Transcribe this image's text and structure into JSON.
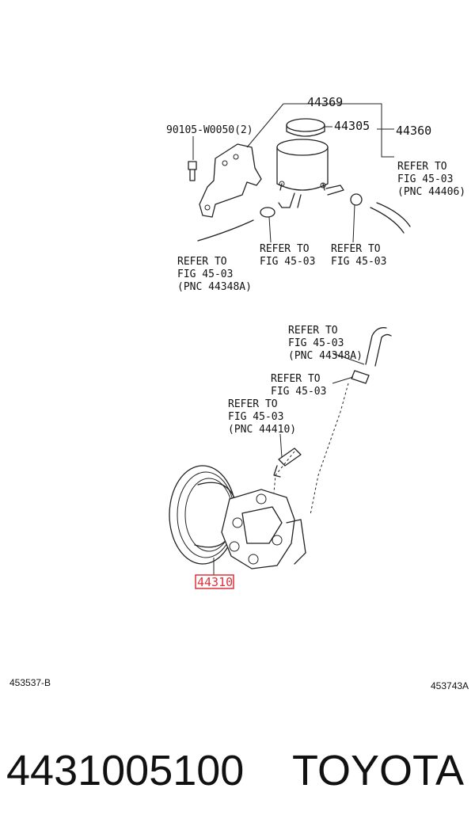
{
  "callouts": {
    "p44369": "44369",
    "p44305": "44305",
    "p44360": "44360",
    "bolt": "90105-W0050(2)",
    "p44310": "44310"
  },
  "refs": {
    "r1": [
      "REFER TO",
      "FIG 45-03",
      "(PNC 44406)"
    ],
    "r2": [
      "REFER TO",
      "FIG 45-03",
      "(PNC 44348A)"
    ],
    "r3": [
      "REFER TO",
      "FIG 45-03"
    ],
    "r4": [
      "REFER TO",
      "FIG 45-03"
    ],
    "r5": [
      "REFER TO",
      "FIG 45-03",
      "(PNC 44348A)"
    ],
    "r6": [
      "REFER TO",
      "FIG 45-03"
    ],
    "r7": [
      "REFER TO",
      "FIG 45-03",
      "(PNC 44410)"
    ]
  },
  "figure_codes": {
    "left": "453537-B",
    "right": "453743A"
  },
  "footer": {
    "part_number": "4431005100",
    "brand": "TOYOTA"
  },
  "colors": {
    "highlight": "#e0303a",
    "ink": "#222222"
  }
}
